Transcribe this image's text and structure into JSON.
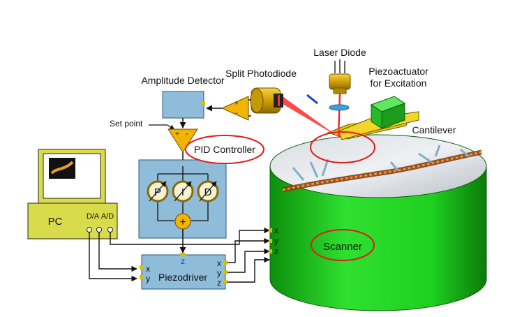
{
  "labels": {
    "laser_diode": "Laser Diode",
    "split_photodiode": "Split Photodiode",
    "amplitude_detector": "Amplitude Detector",
    "piezoactuator_line1": "Piezoactuator",
    "piezoactuator_line2": "for Excitation",
    "cantilever": "Cantilever",
    "set_point": "Set point",
    "pid_controller": "PID Controller",
    "pc": "PC",
    "da": "D/A",
    "ad": "A/D",
    "pc_x": "x",
    "pc_y": "y",
    "piezodriver": "Piezodriver",
    "pd_z": "z",
    "pd_out_x": "x",
    "pd_out_y": "y",
    "pd_out_z": "z",
    "sc_x": "x",
    "sc_y": "y",
    "sc_z": "z",
    "scanner": "Scanner",
    "p": "P",
    "i": "I",
    "d": "D",
    "plus": "+",
    "amp_plus": "+",
    "amp_minus": "-",
    "sp_plus": "+",
    "sp_minus": "-"
  },
  "colors": {
    "scanner_green": "#1fd61f",
    "box_blue": "#8fbcd8",
    "pc_yellow": "#d8dc4a",
    "amp_yellow": "#f2b400",
    "highlight_red": "#e01c1c",
    "laser_red": "#ff2a2a"
  },
  "icons": [
    "laser-diode-icon",
    "split-photodiode-icon",
    "piezoactuator-icon",
    "cantilever-icon",
    "monitor-icon",
    "afm-image-icon"
  ]
}
